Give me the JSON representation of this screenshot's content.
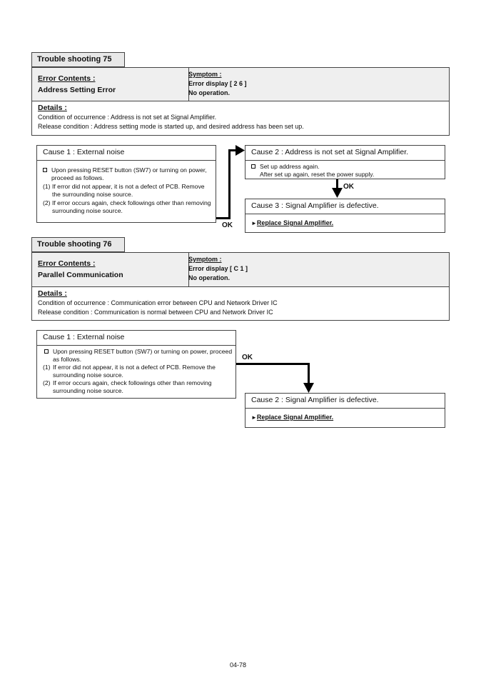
{
  "ts75": {
    "tab_label": "Trouble shooting  75",
    "error_contents_label": "Error Contents :",
    "error_name": "Address Setting Error",
    "symptom_label": "Symptom :",
    "symptom_lines": [
      "Error display [ 2 6 ]",
      "No operation."
    ],
    "details_label": "Details :",
    "details_lines": [
      "Condition of occurrence : Address is not set at Signal Amplifier.",
      "Release condition : Address setting mode is started up, and desired address has been set up."
    ],
    "cause1": {
      "title": "Cause 1 : External noise",
      "item0": "Upon pressing RESET button (SW7) or turning on power, proceed as follows.",
      "item1_marker": "(1)",
      "item1": "If error did not appear, it is not a defect of PCB. Remove the surrounding noise source.",
      "item2_marker": "(2)",
      "item2": "If error occurs again, check followings other than removing surrounding noise source."
    },
    "cause2": {
      "title": "Cause 2 : Address is not set at Signal Amplifier.",
      "item0_line1": "Set up address again.",
      "item0_line2": "After set up again, reset the power supply."
    },
    "cause3": {
      "title": "Cause 3 : Signal Amplifier is defective.",
      "action": "Replace Signal Amplifier."
    },
    "ok_label_1": "OK",
    "ok_label_2": "OK"
  },
  "ts76": {
    "tab_label": "Trouble shooting  76",
    "error_contents_label": "Error Contents :",
    "error_name": "Parallel Communication",
    "symptom_label": "Symptom :",
    "symptom_lines": [
      "Error display [ C 1 ]",
      "No operation."
    ],
    "details_label": "Details :",
    "details_lines": [
      "Condition of occurrence : Communication error between CPU and Network Driver IC",
      "Release condition : Communication is normal between CPU and Network Driver IC"
    ],
    "cause1": {
      "title": "Cause 1 : External noise",
      "item0": "Upon pressing RESET button (SW7) or turning on power, proceed as follows.",
      "item1_marker": "(1)",
      "item1": "If error did not appear, it is not a defect of PCB. Remove the surrounding noise source.",
      "item2_marker": "(2)",
      "item2": "If error occurs again, check followings other than removing surrounding noise source."
    },
    "cause2": {
      "title": "Cause 2 : Signal Amplifier is defective.",
      "action": "Replace Signal Amplifier."
    },
    "ok_label": "OK"
  },
  "page_number": "04-78"
}
